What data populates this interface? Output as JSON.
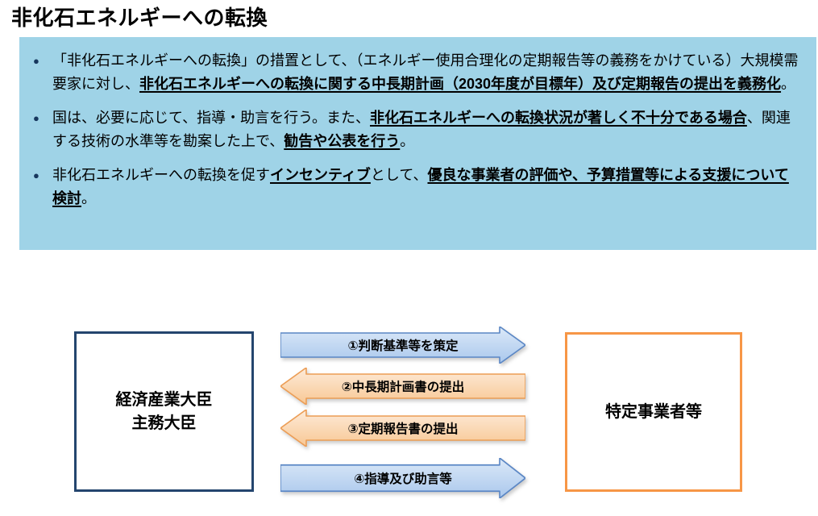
{
  "page": {
    "title": "非化石エネルギーへの転換"
  },
  "summary_box": {
    "bullet_glyph": "●",
    "bullets": [
      {
        "segments": [
          {
            "t": "「非化石エネルギーへの転換」の措置として、（エネルギー使用合理化の定期報告等の義務をかけている）大規模需要家に対し、",
            "em": false
          },
          {
            "t": "非化石エネルギーへの転換に関する中長期計画（2030年度が目標年）及び定期報告の提出を義務化",
            "em": true
          },
          {
            "t": "。",
            "em": false
          }
        ]
      },
      {
        "segments": [
          {
            "t": "国は、必要に応じて、指導・助言を行う。また、",
            "em": false
          },
          {
            "t": "非化石エネルギーへの転換状況が著しく不十分である場合",
            "em": true
          },
          {
            "t": "、関連する技術の水準等を勘案した上で、",
            "em": false
          },
          {
            "t": "勧告や公表を行う",
            "em": true
          },
          {
            "t": "。",
            "em": false
          }
        ]
      },
      {
        "segments": [
          {
            "t": "非化石エネルギーへの転換を促す",
            "em": false
          },
          {
            "t": "インセンティブ",
            "em": true
          },
          {
            "t": "として、",
            "em": false
          },
          {
            "t": "優良な事業者の評価や、予算措置等による支援について検討",
            "em": true
          },
          {
            "t": "。",
            "em": false
          }
        ]
      }
    ]
  },
  "diagram": {
    "left_box": {
      "line1": "経済産業大臣",
      "line2": "主務大臣"
    },
    "right_box": {
      "label": "特定事業者等"
    },
    "arrows": [
      {
        "label": "①判断基準等を策定",
        "direction": "right",
        "color": "blue"
      },
      {
        "label": "②中長期計画書の提出",
        "direction": "left",
        "color": "orange"
      },
      {
        "label": "③定期報告書の提出",
        "direction": "left",
        "color": "orange"
      },
      {
        "label": "④指導及び助言等",
        "direction": "right",
        "color": "blue"
      }
    ]
  },
  "colors": {
    "panel_bg": "#9FD3E7",
    "bullet_marker": "#17375E",
    "left_box_border": "#24456E",
    "right_box_border": "#F79646",
    "arrow_blue_light": "#DCE9F8",
    "arrow_blue_dark": "#A9C7EC",
    "arrow_blue_border": "#5B87C5",
    "arrow_orange_light": "#FDEBDA",
    "arrow_orange_dark": "#F8C793",
    "arrow_orange_border": "#EC9D55"
  }
}
